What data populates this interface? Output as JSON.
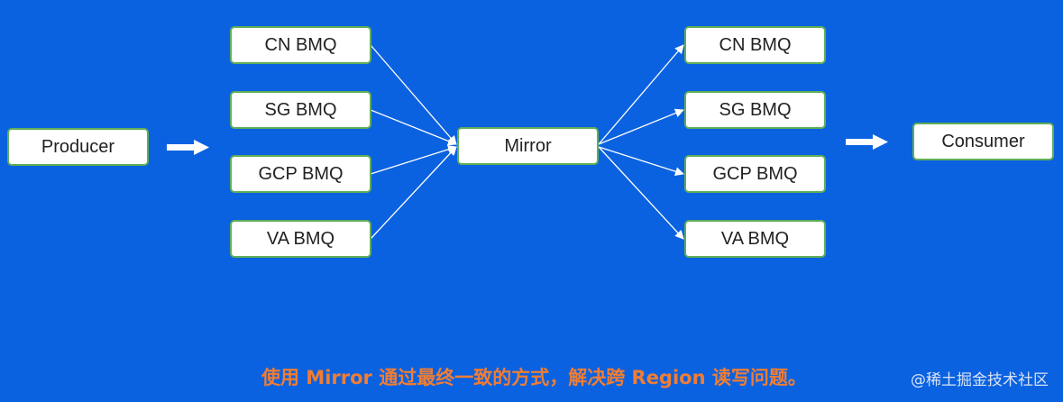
{
  "diagram": {
    "producer": "Producer",
    "mirror": "Mirror",
    "consumer": "Consumer",
    "left_queues": [
      "CN BMQ",
      "SG BMQ",
      "GCP BMQ",
      "VA BMQ"
    ],
    "right_queues": [
      "CN BMQ",
      "SG BMQ",
      "GCP BMQ",
      "VA BMQ"
    ]
  },
  "caption": "使用 Mirror 通过最终一致的方式，解决跨 Region 读写问题。",
  "watermark": "@稀土掘金技术社区",
  "colors": {
    "background": "#0b62e0",
    "node_border": "#5fae57",
    "caption": "#f07d33",
    "arrow": "#ffffff"
  }
}
